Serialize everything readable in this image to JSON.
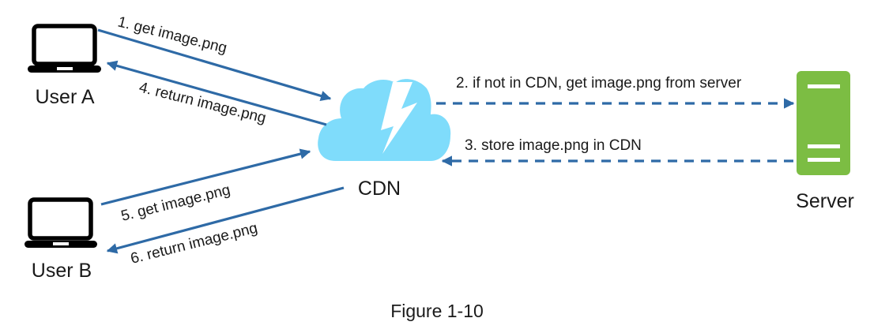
{
  "diagram": {
    "caption": "Figure 1-10",
    "colors": {
      "arrow": "#2e6aa6",
      "cloud": "#7fdcfb",
      "server": "#7cbd43",
      "laptop": "#000000",
      "text": "#1a1a1a"
    },
    "nodes": {
      "user_a": {
        "label": "User A",
        "icon": "laptop-icon"
      },
      "user_b": {
        "label": "User B",
        "icon": "laptop-icon"
      },
      "cdn": {
        "label": "CDN",
        "icon": "cloud-lightning-icon"
      },
      "server": {
        "label": "Server",
        "icon": "server-icon"
      }
    },
    "edges": [
      {
        "step": 1,
        "from": "User A",
        "to": "CDN",
        "label": "1. get image.png",
        "style": "solid"
      },
      {
        "step": 2,
        "from": "CDN",
        "to": "Server",
        "label": "2. if not in CDN, get image.png from server",
        "style": "dashed"
      },
      {
        "step": 3,
        "from": "Server",
        "to": "CDN",
        "label": "3. store image.png in CDN",
        "style": "dashed"
      },
      {
        "step": 4,
        "from": "CDN",
        "to": "User A",
        "label": "4. return image.png",
        "style": "solid"
      },
      {
        "step": 5,
        "from": "User B",
        "to": "CDN",
        "label": "5. get image.png",
        "style": "solid"
      },
      {
        "step": 6,
        "from": "CDN",
        "to": "User B",
        "label": "6. return image.png",
        "style": "solid"
      }
    ]
  }
}
